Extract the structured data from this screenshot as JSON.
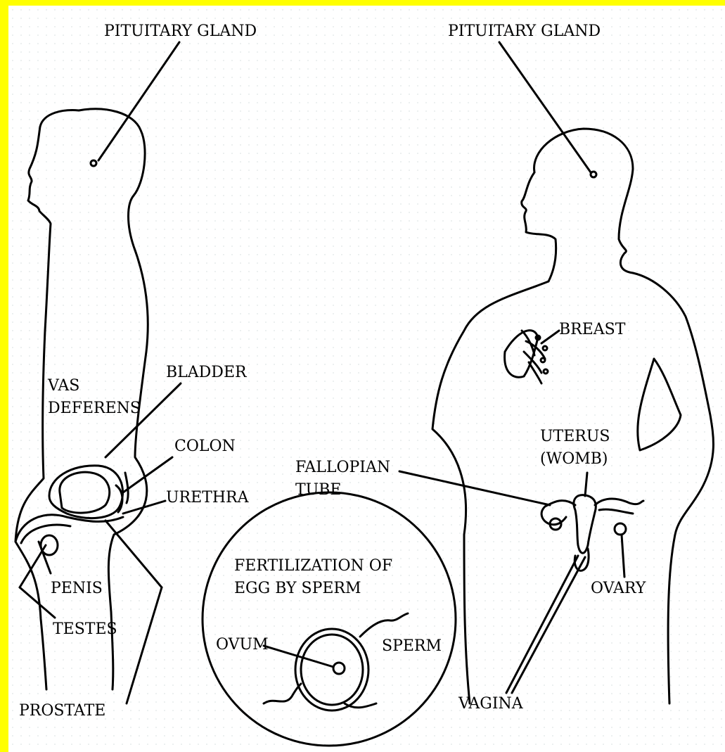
{
  "labels": {
    "male_pituitary": "PITUITARY GLAND",
    "female_pituitary": "PITUITARY GLAND",
    "vas_deferens_1": "VAS",
    "vas_deferens_2": "DEFERENS",
    "bladder": "BLADDER",
    "colon": "COLON",
    "urethra": "URETHRA",
    "penis": "PENIS",
    "testes": "TESTES",
    "prostate": "PROSTATE",
    "breast": "BREAST",
    "uterus_1": "UTERUS",
    "uterus_2": "(WOMB)",
    "fallopian_1": "FALLOPIAN",
    "fallopian_2": "TUBE",
    "ovary": "OVARY",
    "vagina": "VAGINA",
    "fertilization_1": "FERTILIZATION OF",
    "fertilization_2": "EGG BY SPERM",
    "ovum": "OVUM",
    "sperm": "SPERM"
  },
  "colors": {
    "border": "#ffff00",
    "background": "#ffffff",
    "ink": "#000000"
  }
}
